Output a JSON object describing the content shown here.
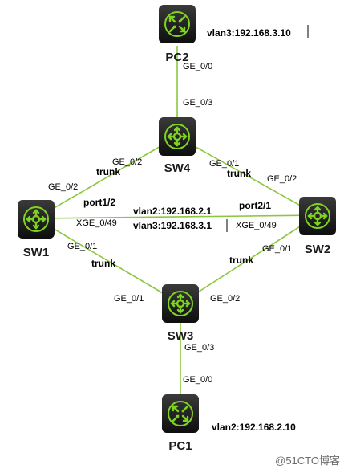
{
  "title": "",
  "nodes": {
    "pc2": {
      "label": "PC2",
      "kind": "router-icon"
    },
    "sw4": {
      "label": "SW4",
      "kind": "switch-icon"
    },
    "sw1": {
      "label": "SW1",
      "kind": "switch-icon"
    },
    "sw2": {
      "label": "SW2",
      "kind": "switch-icon"
    },
    "sw3": {
      "label": "SW3",
      "kind": "switch-icon"
    },
    "pc1": {
      "label": "PC1",
      "kind": "router-icon"
    }
  },
  "ports": {
    "pc2_ge00": "GE_0/0",
    "sw4_ge03": "GE_0/3",
    "sw4_ge02": "GE_0/2",
    "sw4_ge01": "GE_0/1",
    "sw1_ge02": "GE_0/2",
    "sw2_ge02": "GE_0/2",
    "sw1_xge049": "XGE_0/49",
    "sw2_xge049": "XGE_0/49",
    "sw1_ge01": "GE_0/1",
    "sw2_ge01": "GE_0/1",
    "sw3_ge01": "GE_0/1",
    "sw3_ge02": "GE_0/2",
    "sw3_ge03": "GE_0/3",
    "pc1_ge00": "GE_0/0"
  },
  "links": {
    "sw1_sw4": "trunk",
    "sw4_sw2": "trunk",
    "sw1_sw3": "trunk",
    "sw3_sw2": "trunk",
    "sw1_port": "port1/2",
    "sw2_port": "port2/1"
  },
  "annotations": {
    "pc2_ip": "vlan3:192.168.3.10",
    "vlan2_ip": "vlan2:192.168.2.1",
    "vlan3_ip": "vlan3:192.168.3.1",
    "pc1_ip": "vlan2:192.168.2.10"
  },
  "watermark": "@51CTO博客",
  "colors": {
    "link": "#8cc63f",
    "device_bg": "#222222",
    "device_glyph": "#7ed321"
  }
}
